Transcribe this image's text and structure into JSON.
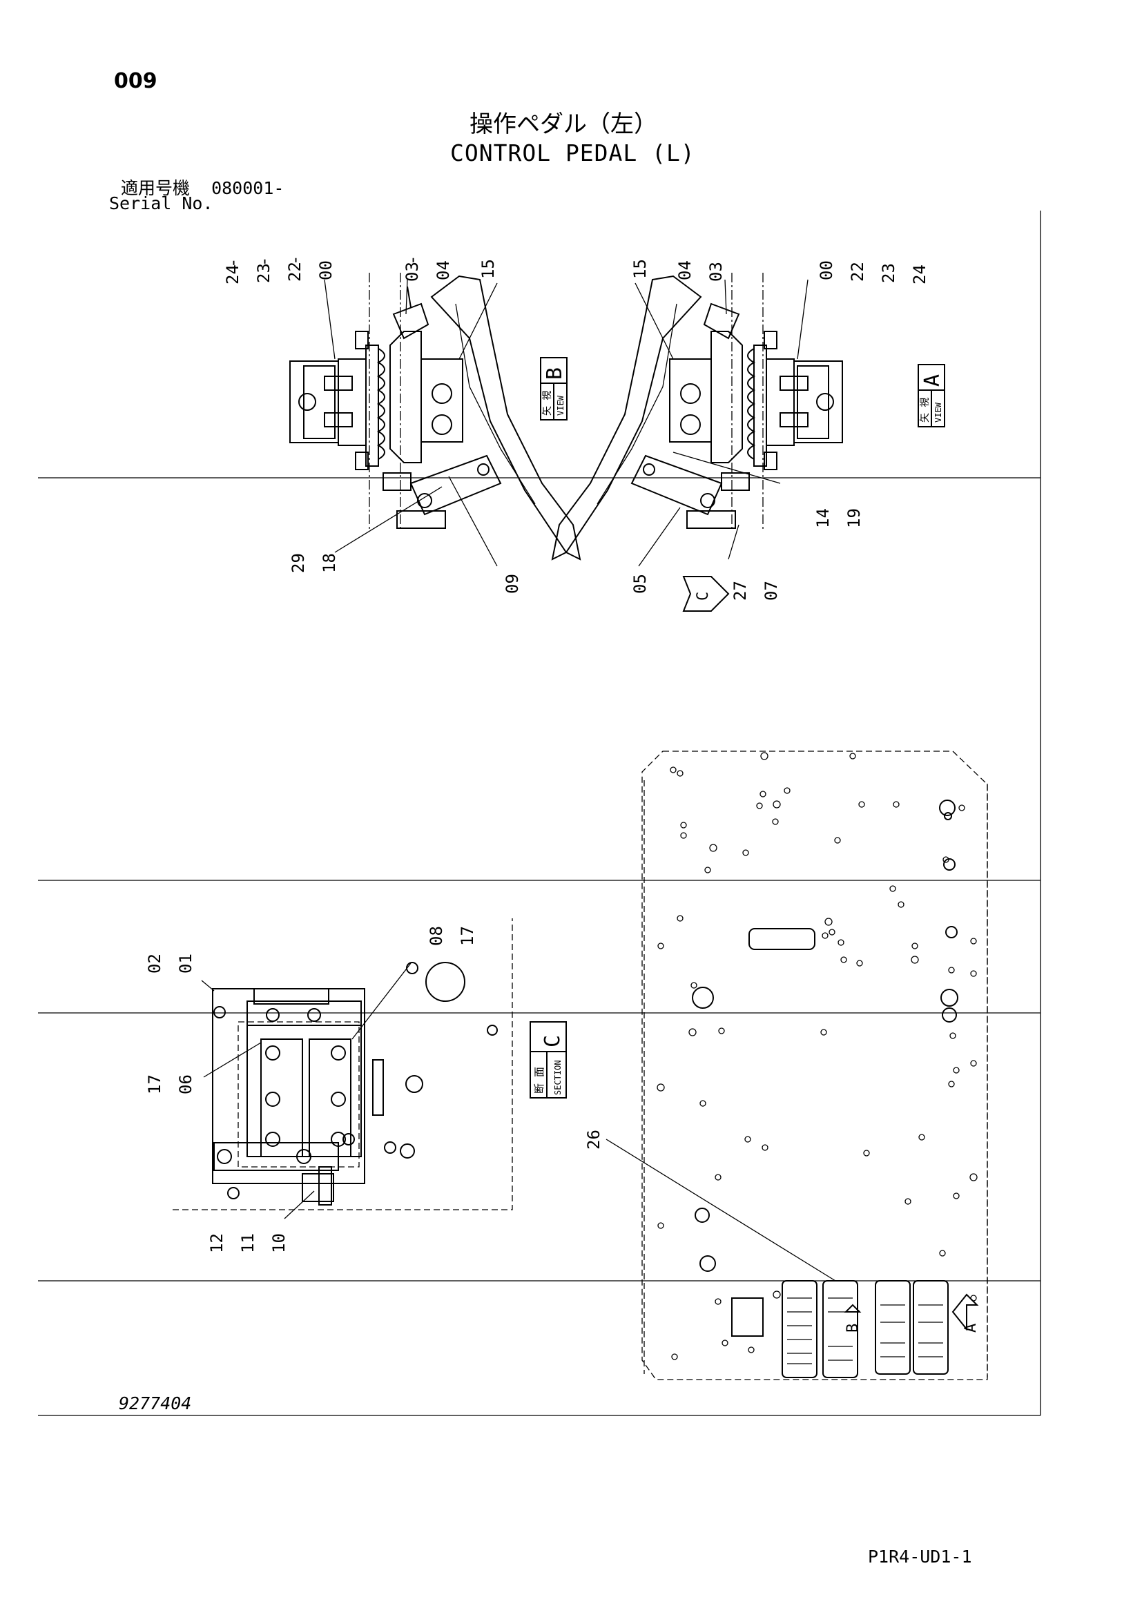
{
  "header": {
    "page_number": "009",
    "title_jp": "操作ペダル（左）",
    "title_en": "CONTROL PEDAL (L)",
    "serial_label_jp": "適用号機",
    "serial_value": "080001-",
    "serial_label_en": "Serial No."
  },
  "view_labels": {
    "view_b": {
      "letter": "B",
      "jp": "矢 視",
      "en": "VIEW"
    },
    "view_a": {
      "letter": "A",
      "jp": "矢 視",
      "en": "VIEW"
    },
    "section_c": {
      "letter": "C",
      "jp": "断 面",
      "en": "SECTION"
    },
    "arrow_c": "C",
    "arrow_b": "B",
    "arrow_a": "A"
  },
  "callouts": {
    "left_view_top": [
      "24",
      "23",
      "22",
      "00",
      "03",
      "04",
      "15"
    ],
    "left_view_bottom": [
      "29",
      "18",
      "09"
    ],
    "right_view_top": [
      "15",
      "04",
      "03",
      "00",
      "22",
      "23",
      "24"
    ],
    "right_view_bottom": [
      "05",
      "27",
      "07",
      "14",
      "19"
    ],
    "section_left": [
      "02",
      "01",
      "17",
      "06"
    ],
    "section_top": [
      "08",
      "17"
    ],
    "section_bottom": [
      "12",
      "11",
      "10"
    ],
    "floor_plate": "26"
  },
  "footer": {
    "drawing_number": "9277404",
    "page_code": "P1R4-UD1-1"
  }
}
